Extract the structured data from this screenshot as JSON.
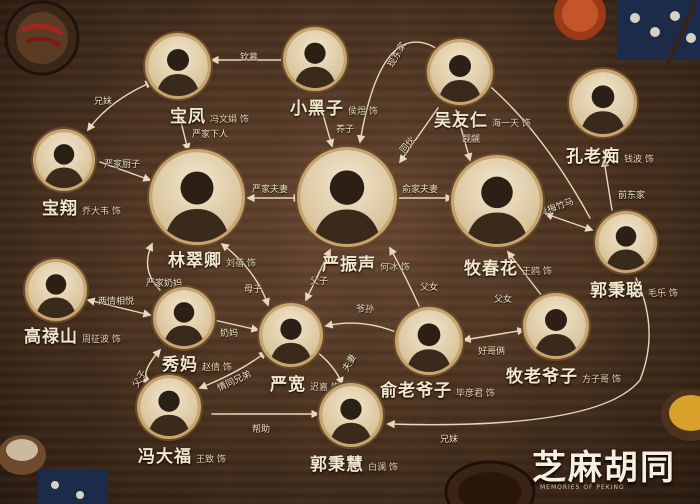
{
  "title": {
    "main": "芝麻胡同",
    "sub": "MEMORIES OF PEKING"
  },
  "nodes": [
    {
      "id": "baofeng",
      "name": "宝凤",
      "actor": "冯文娟 饰"
    },
    {
      "id": "xiaoheizi",
      "name": "小黑子",
      "actor": "侯煜 饰"
    },
    {
      "id": "wuyouren",
      "name": "吴友仁",
      "actor": "海一天 饰"
    },
    {
      "id": "konglaochi",
      "name": "孔老痴",
      "actor": "钱波 饰"
    },
    {
      "id": "baoxiang",
      "name": "宝翔",
      "actor": "乔大韦 饰"
    },
    {
      "id": "lincuiqing",
      "name": "林翠卿",
      "actor": "刘蓓 饰"
    },
    {
      "id": "yanzhensheng",
      "name": "严振声",
      "actor": "何冰 饰"
    },
    {
      "id": "muchunhua",
      "name": "牧春花",
      "actor": "王鸥 饰"
    },
    {
      "id": "guobingcong",
      "name": "郭秉聪",
      "actor": "毛乐 饰"
    },
    {
      "id": "gaolushan",
      "name": "高禄山",
      "actor": "周征波 饰"
    },
    {
      "id": "xiuma",
      "name": "秀妈",
      "actor": "赵倩 饰"
    },
    {
      "id": "yankuan",
      "name": "严宽",
      "actor": "迟嘉 饰"
    },
    {
      "id": "yulaoyezi",
      "name": "俞老爷子",
      "actor": "毕彦君 饰"
    },
    {
      "id": "mulaoyezi",
      "name": "牧老爷子",
      "actor": "方子哥 饰"
    },
    {
      "id": "fengdafu",
      "name": "冯大福",
      "actor": "王致 饰"
    },
    {
      "id": "guobinghui",
      "name": "郭秉慧",
      "actor": "白澜 饰"
    }
  ],
  "relations": [
    {
      "id": "r1",
      "label": "钦慕"
    },
    {
      "id": "r2",
      "label": "兄妹"
    },
    {
      "id": "r3",
      "label": "严家下人"
    },
    {
      "id": "r4",
      "label": "养子"
    },
    {
      "id": "r5",
      "label": "现东家"
    },
    {
      "id": "r6",
      "label": "同伙"
    },
    {
      "id": "r7",
      "label": "觊觎"
    },
    {
      "id": "r8",
      "label": "严家厨子"
    },
    {
      "id": "r9",
      "label": "严家夫妻"
    },
    {
      "id": "r10",
      "label": "俞家夫妻"
    },
    {
      "id": "r11",
      "label": "前东家"
    },
    {
      "id": "r12",
      "label": "青梅竹马"
    },
    {
      "id": "r13",
      "label": "严家奶妈"
    },
    {
      "id": "r14",
      "label": "两情相悦"
    },
    {
      "id": "r15",
      "label": "母子"
    },
    {
      "id": "r16",
      "label": "父子"
    },
    {
      "id": "r17",
      "label": "父女"
    },
    {
      "id": "r18",
      "label": "父女"
    },
    {
      "id": "r19",
      "label": "爷孙"
    },
    {
      "id": "r20",
      "label": "好哥俩"
    },
    {
      "id": "r21",
      "label": "奶妈"
    },
    {
      "id": "r22",
      "label": "父子"
    },
    {
      "id": "r23",
      "label": "情同兄弟"
    },
    {
      "id": "r24",
      "label": "夫妻"
    },
    {
      "id": "r25",
      "label": "帮助"
    },
    {
      "id": "r26",
      "label": "兄妹"
    }
  ],
  "colors": {
    "wood_dark": "#2a1b10",
    "wood_mid": "#4b321f",
    "wood_light": "#6b4a33",
    "frame_gold": "#c7a56f",
    "text_cream": "#f3e7cc",
    "arrow": "#e8d8bd"
  }
}
